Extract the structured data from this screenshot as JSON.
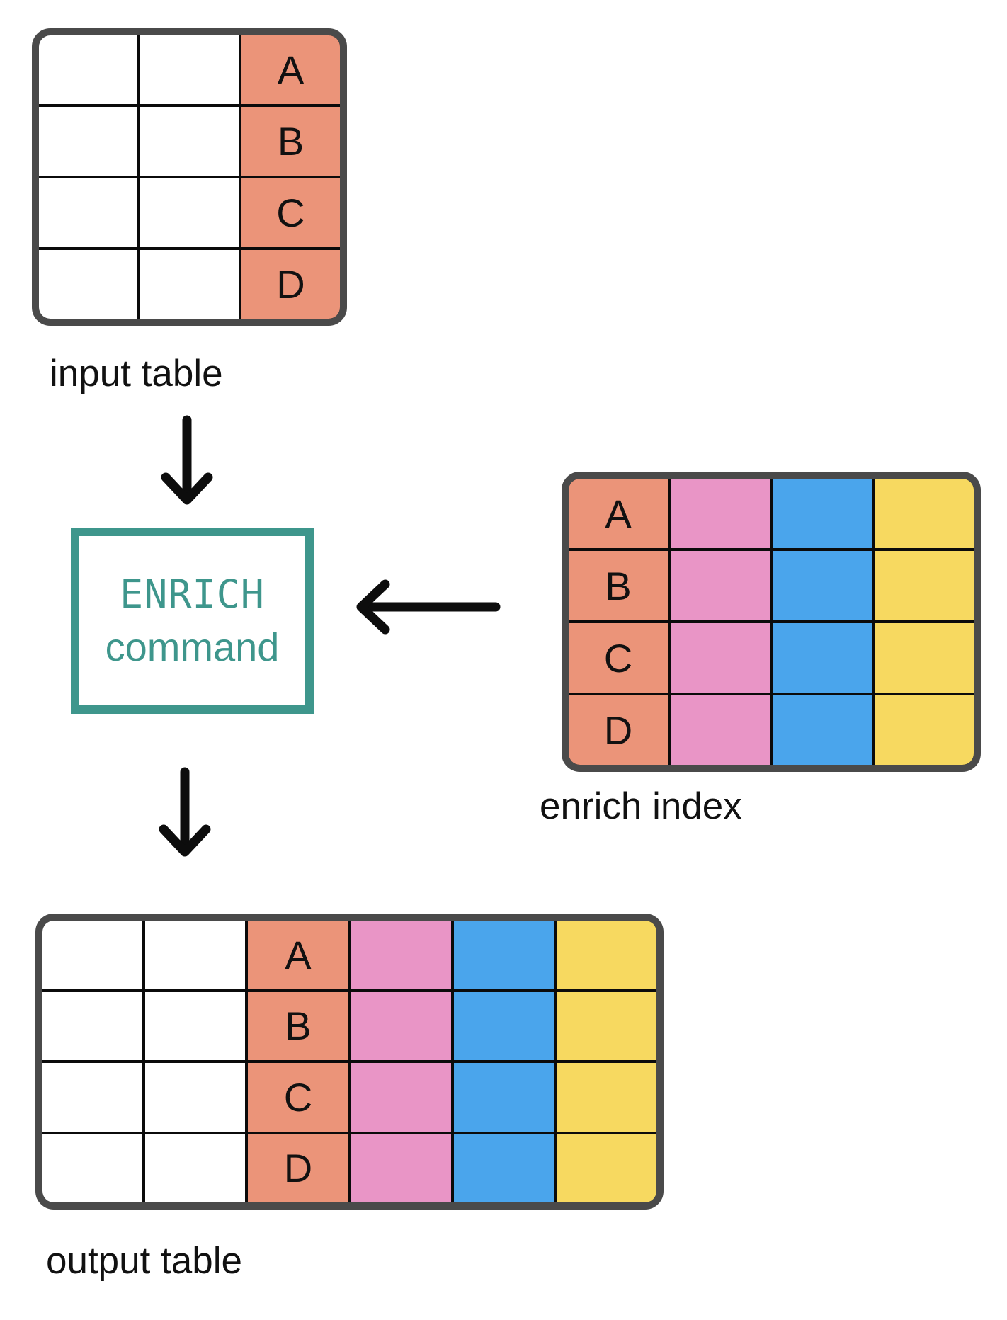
{
  "input_table": {
    "label": "input table",
    "rows": 4,
    "blank_columns": 2,
    "key_column": [
      "A",
      "B",
      "C",
      "D"
    ]
  },
  "enrich_command": {
    "name": "ENRICH",
    "caption": "command"
  },
  "enrich_index": {
    "label": "enrich index",
    "rows": 4,
    "key_column": [
      "A",
      "B",
      "C",
      "D"
    ],
    "enrichment_columns": [
      "pink",
      "blue",
      "yellow"
    ]
  },
  "output_table": {
    "label": "output table",
    "rows": 4,
    "blank_columns": 2,
    "key_column": [
      "A",
      "B",
      "C",
      "D"
    ],
    "enrichment_columns": [
      "pink",
      "blue",
      "yellow"
    ]
  },
  "icons": {
    "arrow_input_to_enrich": "arrow-down",
    "arrow_index_to_enrich": "arrow-left",
    "arrow_enrich_to_output": "arrow-down"
  },
  "colors": {
    "key_column": "#eb9479",
    "pink_column": "#e995c6",
    "blue_column": "#4aa5ec",
    "yellow_column": "#f7d960",
    "enrich_accent": "#3e968c",
    "table_border": "#4a4a4a",
    "grid_line": "#0b0b0b",
    "arrow": "#0d0d0d",
    "background": "#ffffff"
  }
}
